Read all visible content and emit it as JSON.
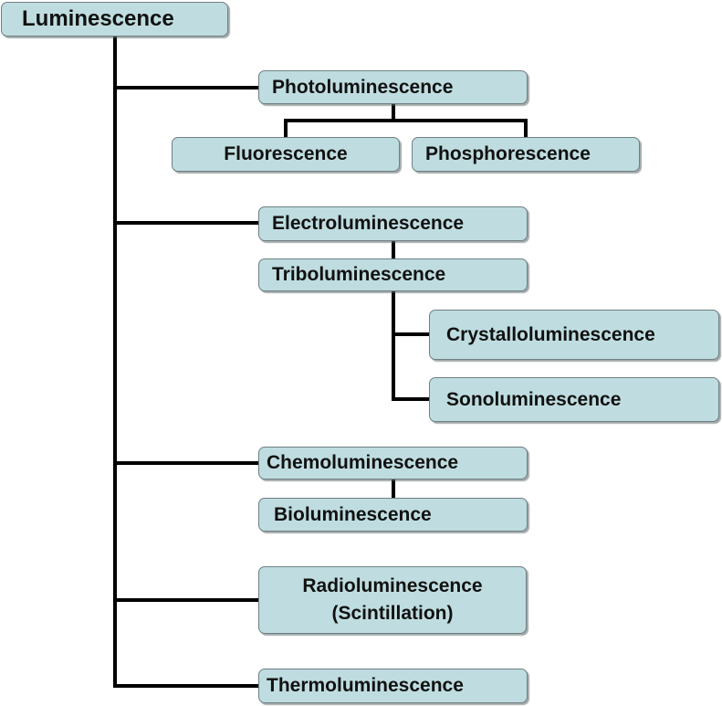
{
  "diagram": {
    "root": {
      "label": "Luminescence"
    },
    "nodes": {
      "photoluminescence": "Photoluminescence",
      "fluorescence": "Fluorescence",
      "phosphorescence": "Phosphorescence",
      "electroluminescence": "Electroluminescence",
      "triboluminescence": "Triboluminescence",
      "crystalloluminescence": "Crystalloluminescence",
      "sonoluminescence": "Sonoluminescence",
      "chemoluminescence": "Chemoluminescence",
      "bioluminescence": "Bioluminescence",
      "radioluminescence_line1": "Radioluminescence",
      "radioluminescence_line2": "(Scintillation)",
      "thermoluminescence": "Thermoluminescence"
    }
  },
  "colors": {
    "box_fill": "#bfdde0",
    "box_border": "#6f7f83",
    "connector": "#000000",
    "text": "#111111"
  }
}
